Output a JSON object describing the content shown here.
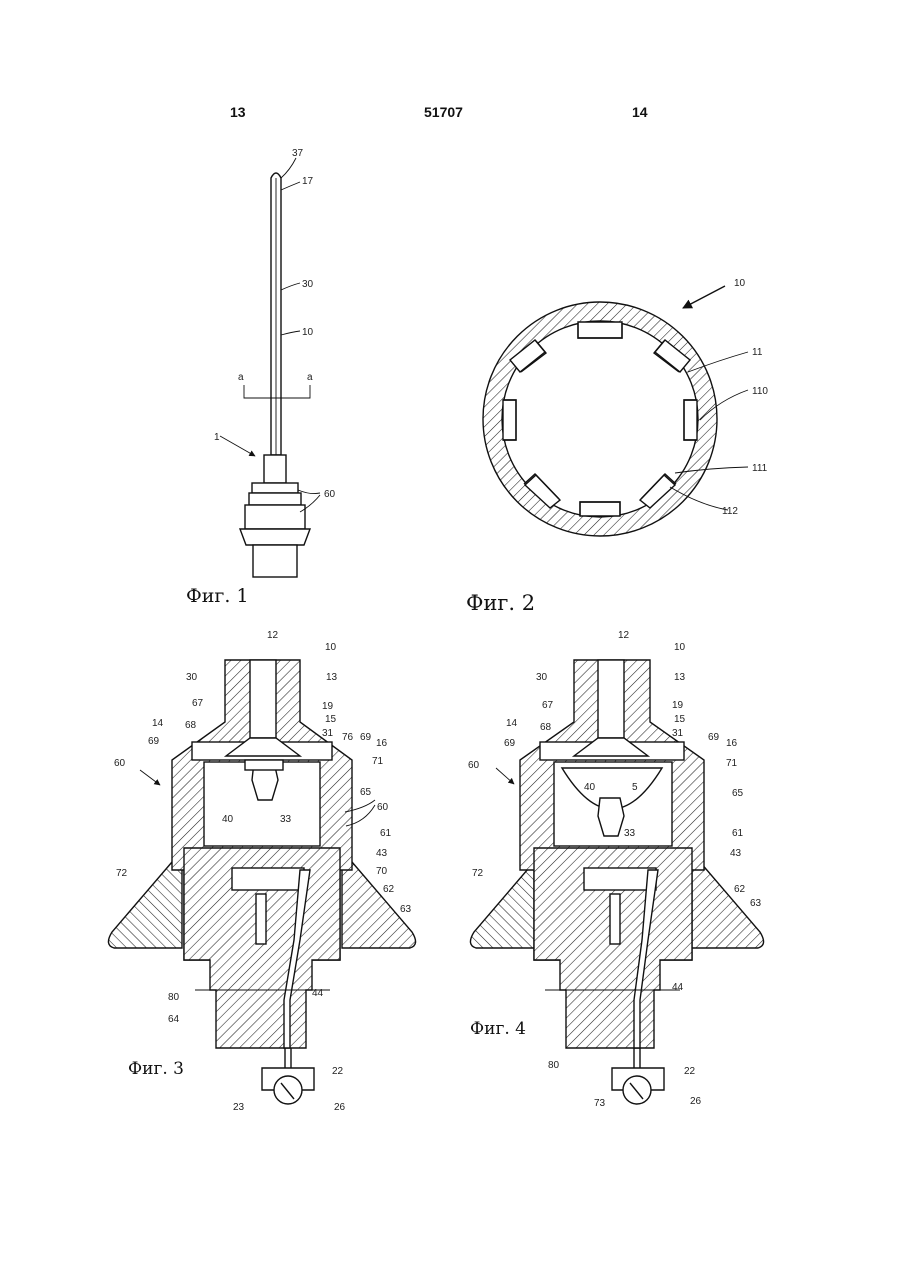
{
  "header": {
    "left_page": "13",
    "doc_number": "51707",
    "right_page": "14"
  },
  "fig1": {
    "caption": "Фиг. 1",
    "labels": {
      "l37": "37",
      "l17": "17",
      "l30": "30",
      "l10": "10",
      "la_left": "a",
      "la_right": "a",
      "l1": "1",
      "l60": "60"
    }
  },
  "fig2": {
    "caption": "Фиг. 2",
    "labels": {
      "l10": "10",
      "l11": "11",
      "l110": "110",
      "l111": "111",
      "l112": "112"
    }
  },
  "fig3": {
    "caption": "Фиг. 3",
    "labels": {
      "l12": "12",
      "l10": "10",
      "l30": "30",
      "l13": "13",
      "l67": "67",
      "l19": "19",
      "l14": "14",
      "l68": "68",
      "l15": "15",
      "l69a": "69",
      "l31": "31",
      "l76": "76",
      "l69b": "69",
      "l16": "16",
      "l60a": "60",
      "l71": "71",
      "l65": "65",
      "l60b": "60",
      "l40": "40",
      "l33": "33",
      "l61": "61",
      "l43": "43",
      "l72": "72",
      "l70": "70",
      "l62": "62",
      "l63": "63",
      "l80": "80",
      "l44": "44",
      "l64": "64",
      "l22": "22",
      "l23": "23",
      "l26": "26"
    }
  },
  "fig4": {
    "caption": "Фиг. 4",
    "labels": {
      "l12": "12",
      "l10": "10",
      "l30": "30",
      "l13": "13",
      "l67": "67",
      "l19": "19",
      "l14": "14",
      "l68": "68",
      "l15": "15",
      "l69a": "69",
      "l31": "31",
      "l69b": "69",
      "l16": "16",
      "l60": "60",
      "l71": "71",
      "l40": "40",
      "l5": "5",
      "l65": "65",
      "l33": "33",
      "l61": "61",
      "l43": "43",
      "l72": "72",
      "l62": "62",
      "l63": "63",
      "l44": "44",
      "l80": "80",
      "l22": "22",
      "l73": "73",
      "l26": "26"
    }
  }
}
